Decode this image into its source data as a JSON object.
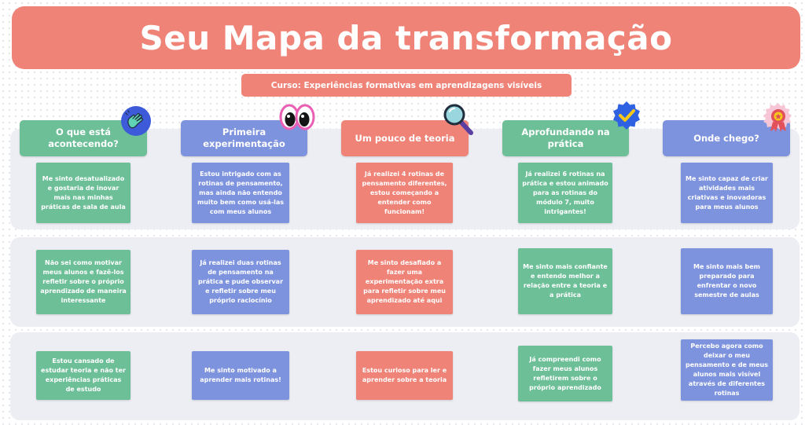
{
  "title": "Seu Mapa da transformação",
  "course": "Curso: Experiências formativas em aprendizagens visíveis",
  "columns": [
    {
      "header": "O que está acontecendo?",
      "color": "#6dbf98",
      "icon": "waving-hand-icon",
      "cards": [
        "Me sinto desatualizado e gostaria de inovar mais nas minhas práticas de sala de aula",
        "Não sei como motivar meus alunos e fazê-los refletir sobre o próprio aprendizado de maneira interessante",
        "Estou cansado de estudar teoria e não ter experiências práticas de estudo"
      ]
    },
    {
      "header": "Primeira experimentação",
      "color": "#7e93de",
      "icon": "eyes-icon",
      "cards": [
        "Estou intrigado com as rotinas de pensamento, mas ainda não entendo muito bem como usá-las com meus alunos",
        "Já realizei duas rotinas de pensamento na prática e pude observar e refletir sobre meu próprio raciocínio",
        "Me sinto motivado a aprender mais rotinas!"
      ]
    },
    {
      "header": "Um pouco de teoria",
      "color": "#ef8377",
      "icon": "magnifier-icon",
      "cards": [
        "Já realizei 4 rotinas de pensamento diferentes, estou começando a entender como funcionam!",
        "Me sinto desafiado a fazer uma experimentação extra para refletir sobre meu aprendizado até aqui",
        "Estou curioso para ler e aprender sobre a teoria"
      ]
    },
    {
      "header": "Aprofundando na prática",
      "color": "#6dbf98",
      "icon": "verified-badge-icon",
      "cards": [
        "Já realizei 6 rotinas na prática e estou animado para as rotinas do módulo 7, muito intrigantes!",
        "Me sinto mais confiante e entendo melhor a relação entre a teoria e a prática",
        "Já compreendi como fazer meus alunos refletirem sobre o próprio aprendizado"
      ]
    },
    {
      "header": "Onde chego?",
      "color": "#7e93de",
      "icon": "award-medal-icon",
      "cards": [
        "Me sinto capaz de criar atividades mais criativas e inovadoras para meus alunos",
        "Me sinto mais bem preparado para enfrentar o novo semestre de aulas",
        "Percebo agora como deixar o meu pensamento e de meus alunos mais visível através de diferentes rotinas"
      ]
    }
  ]
}
